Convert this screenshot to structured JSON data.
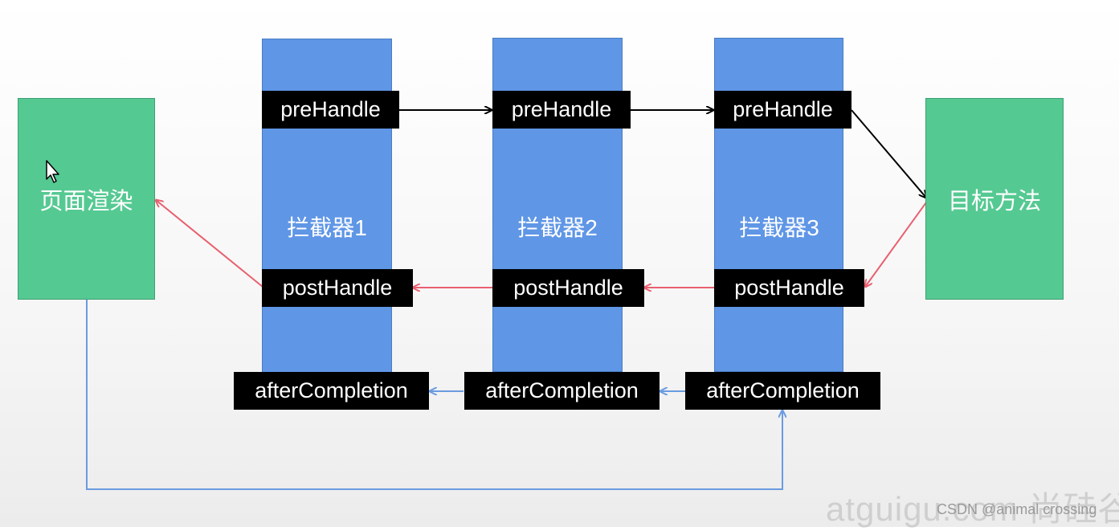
{
  "render_box": {
    "label": "页面渲染"
  },
  "target_box": {
    "label": "目标方法"
  },
  "interceptors": [
    {
      "label": "拦截器1",
      "pre": "preHandle",
      "post": "postHandle",
      "after": "afterCompletion"
    },
    {
      "label": "拦截器2",
      "pre": "preHandle",
      "post": "postHandle",
      "after": "afterCompletion"
    },
    {
      "label": "拦截器3",
      "pre": "preHandle",
      "post": "postHandle",
      "after": "afterCompletion"
    }
  ],
  "colors": {
    "pre_arrow": "#000000",
    "post_arrow": "#e8606f",
    "after_arrow": "#6a9be0",
    "green": "#55c992",
    "blue": "#5f96e6"
  },
  "watermark": "atguigu.com 尚硅谷",
  "csdn_mark": "CSDN @animal crossing"
}
